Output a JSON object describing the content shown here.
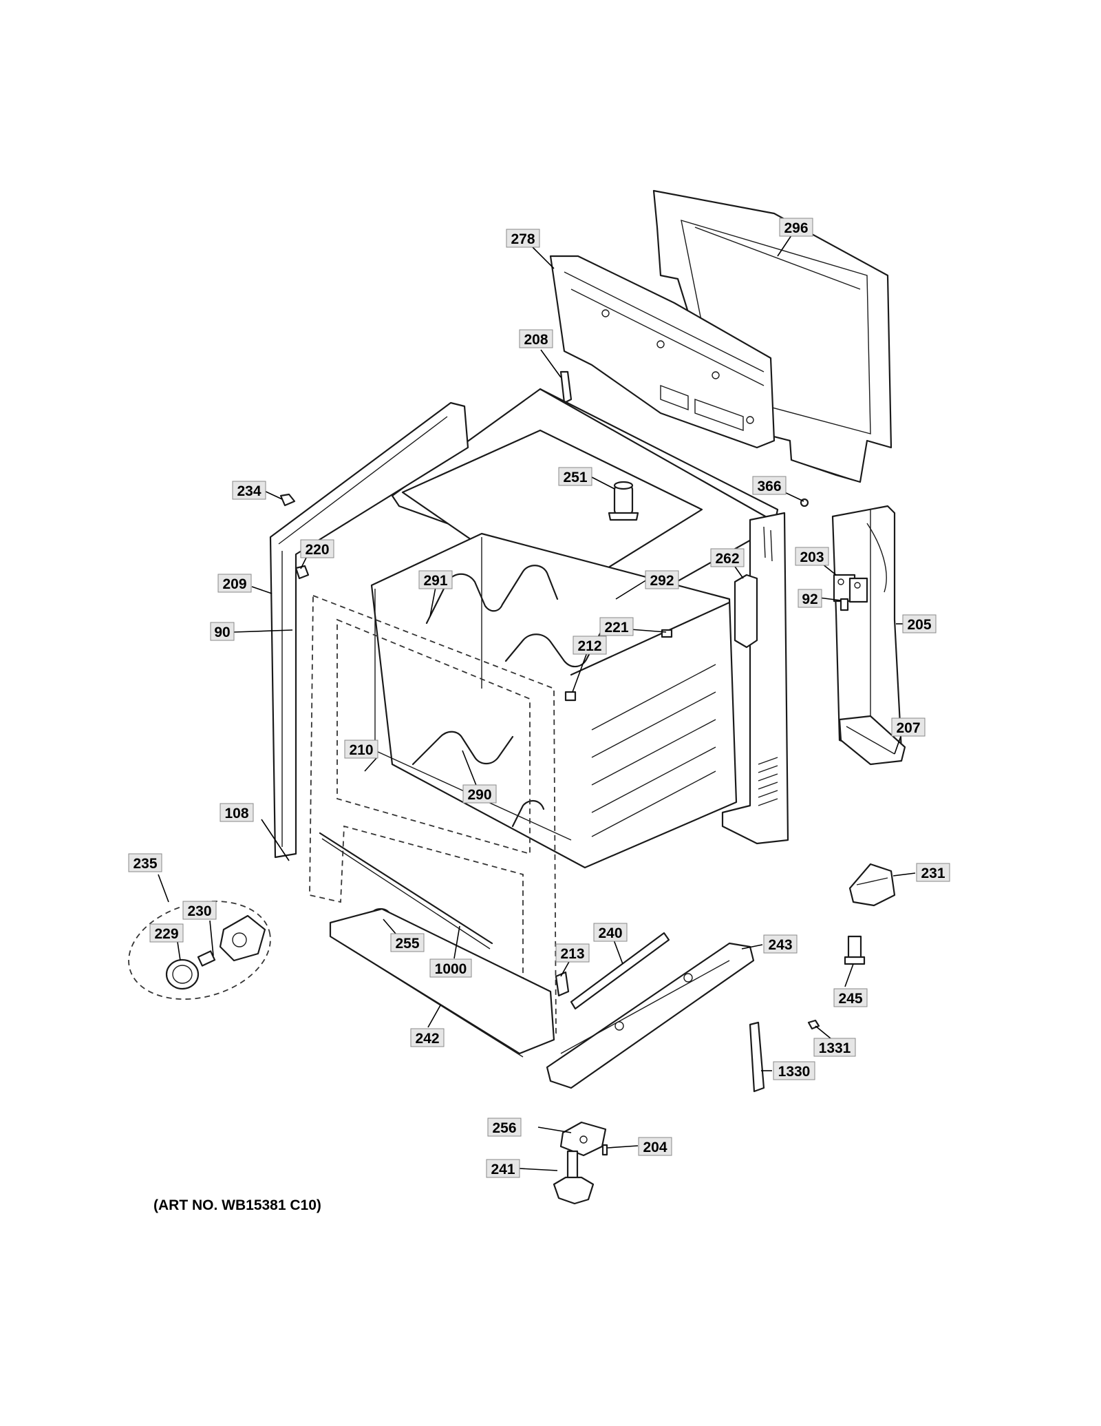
{
  "art_number": "(ART NO. WB15381 C10)",
  "callouts": [
    "296",
    "278",
    "208",
    "251",
    "234",
    "366",
    "220",
    "209",
    "262",
    "203",
    "291",
    "292",
    "92",
    "90",
    "221",
    "205",
    "212",
    "207",
    "210",
    "290",
    "108",
    "231",
    "235",
    "230",
    "229",
    "255",
    "1000",
    "240",
    "243",
    "213",
    "245",
    "242",
    "1331",
    "1330",
    "256",
    "204",
    "241"
  ]
}
